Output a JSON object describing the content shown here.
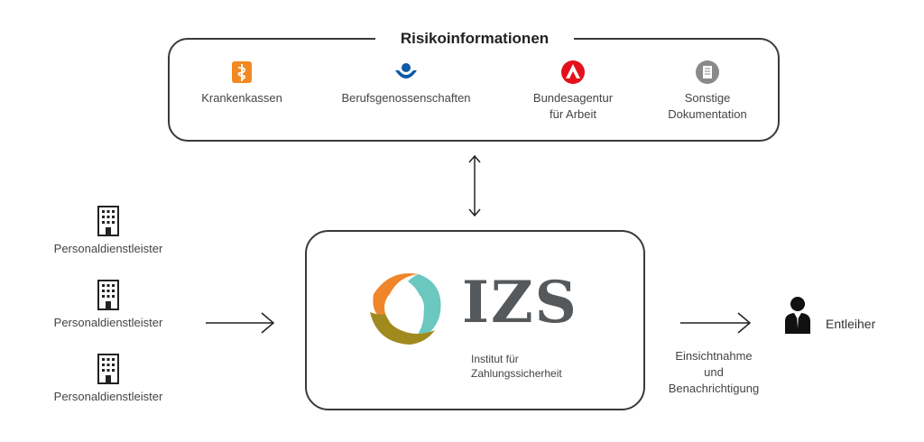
{
  "header": {
    "title": "Risikoinformationen"
  },
  "sources": [
    {
      "label": "Krankenkassen",
      "icon": "staff-of-asclepius-icon",
      "color": "#f18a22"
    },
    {
      "label": "Berufsgenossenschaften",
      "icon": "dguv-logo-icon",
      "color": "#0a5aa8"
    },
    {
      "label": "Bundesagentur\nfür Arbeit",
      "icon": "bundesagentur-logo-icon",
      "color": "#e3111b"
    },
    {
      "label": "Sonstige\nDokumentation",
      "icon": "document-icon",
      "color": "#888888"
    }
  ],
  "providers": [
    {
      "label": "Personaldienstleister"
    },
    {
      "label": "Personaldienstleister"
    },
    {
      "label": "Personaldienstleister"
    }
  ],
  "center": {
    "logo_text": "IZS",
    "subtitle_line1": "Institut für",
    "subtitle_line2": "Zahlungssicherheit",
    "logo_colors": {
      "orange": "#f0852a",
      "teal": "#6ac8c0",
      "olive": "#a08a1e",
      "text": "#55595c"
    }
  },
  "right": {
    "flow_label_line1": "Einsichtnahme",
    "flow_label_line2": "und",
    "flow_label_line3": "Benachrichtigung",
    "target_label": "Entleiher"
  }
}
